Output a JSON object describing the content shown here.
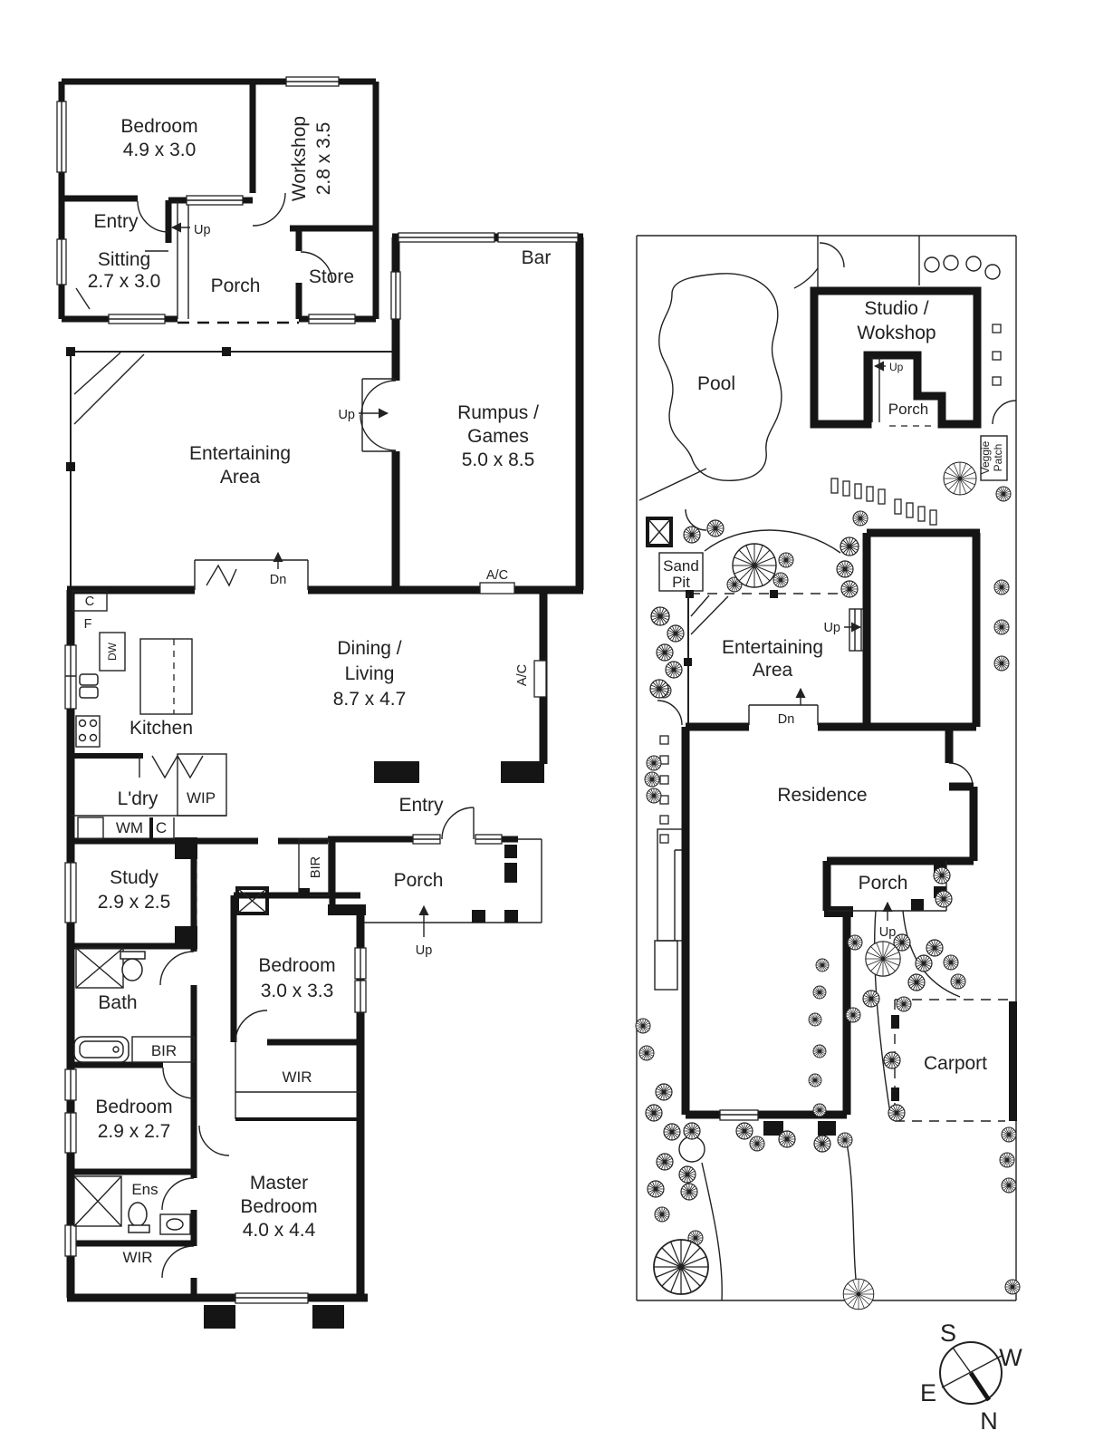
{
  "colors": {
    "ink": "#1c1c1c",
    "paper": "#ffffff"
  },
  "unit": {
    "bedroom_name": "Bedroom",
    "bedroom_size": "4.9 x 3.0",
    "workshop_name": "Workshop",
    "workshop_size": "2.8 x 3.5",
    "entry": "Entry",
    "up": "Up",
    "sitting_name": "Sitting",
    "sitting_size": "2.7 x 3.0",
    "porch": "Porch",
    "store": "Store"
  },
  "main": {
    "entertaining_line1": "Entertaining",
    "entertaining_line2": "Area",
    "bar": "Bar",
    "rumpus_line1": "Rumpus /",
    "rumpus_line2": "Games",
    "rumpus_size": "5.0 x 8.5",
    "up_stairs": "Up",
    "dn": "Dn",
    "ac_top": "A/C",
    "ac_side": "A/C",
    "cupboard_top": "C",
    "fridge": "F",
    "dishwasher": "DW",
    "kitchen": "Kitchen",
    "dining_line1": "Dining /",
    "dining_line2": "Living",
    "dining_size": "8.7 x 4.7",
    "laundry": "L'dry",
    "wip": "WIP",
    "wm": "WM",
    "cupboard_hall": "C",
    "entry": "Entry",
    "porch": "Porch",
    "up_porch": "Up",
    "bir_porch": "BIR",
    "study_name": "Study",
    "study_size": "2.9 x 2.5",
    "bedroom_mid_name": "Bedroom",
    "bedroom_mid_size": "3.0 x 3.3",
    "bath": "Bath",
    "bir_bath": "BIR",
    "bedroom_small_name": "Bedroom",
    "bedroom_small_size": "2.9 x 2.7",
    "ens": "Ens",
    "wir_master": "WIR",
    "wir_lower": "WIR",
    "master_line1": "Master",
    "master_line2": "Bedroom",
    "master_size": "4.0 x 4.4"
  },
  "site": {
    "pool": "Pool",
    "studio_line1": "Studio /",
    "studio_line2": "Wokshop",
    "up_studio": "Up",
    "porch_studio": "Porch",
    "veggie_line1": "Veggie",
    "veggie_line2": "Patch",
    "sand_line1": "Sand",
    "sand_line2": "Pit",
    "entertaining_line1": "Entertaining",
    "entertaining_line2": "Area",
    "up_deck": "Up",
    "dn": "Dn",
    "residence": "Residence",
    "porch_res": "Porch",
    "up_porch": "Up",
    "carport": "Carport"
  },
  "compass": {
    "n": "N",
    "s": "S",
    "e": "E",
    "w": "W"
  }
}
